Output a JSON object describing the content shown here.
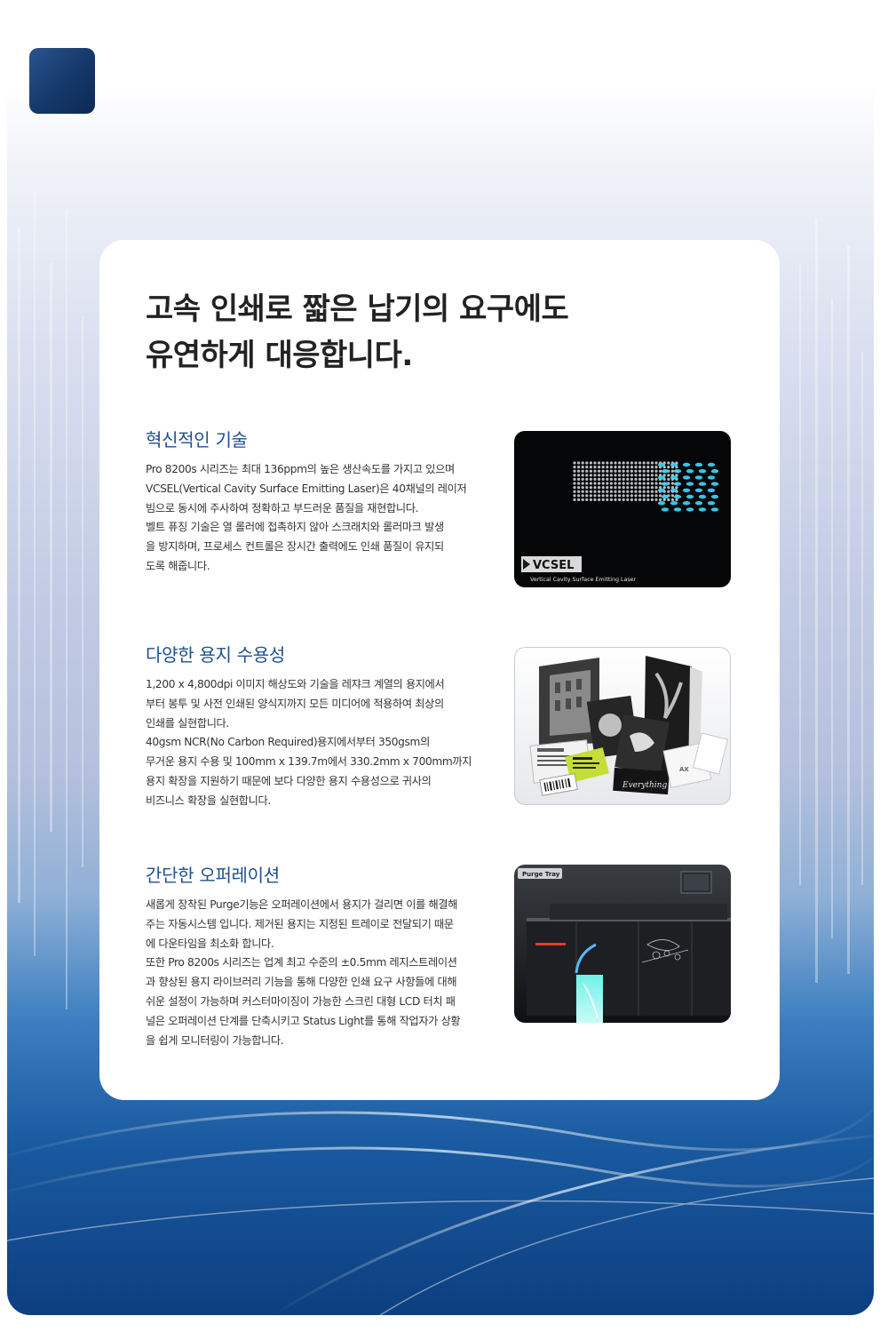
{
  "headline": {
    "line1": "고속 인쇄로 짧은 납기의 요구에도",
    "line2": "유연하게 대응합니다."
  },
  "sections": [
    {
      "title": "혁신적인 기술",
      "lines": [
        "Pro 8200s 시리즈는 최대 136ppm의 높은 생산속도를 가지고 있으며",
        "VCSEL(Vertical Cavity Surface Emitting Laser)은 40채널의 레이저",
        "빔으로 동시에 주사하여 정확하고 부드러운 품질을 재현합니다.",
        "벨트 퓨징 기술은 열 롤러에 접촉하지 않아 스크래치와 롤러마크 발생",
        "을 방지하며, 프로세스 컨트롤은 장시간 출력에도 인쇄 품질이 유지되",
        "도록 해줍니다."
      ]
    },
    {
      "title": "다양한 용지 수용성",
      "lines": [
        "1,200 x 4,800dpi 이미지 해상도와 기술을 레쟈크 계열의 용지에서",
        "부터 봉투 및 사전 인쇄된 양식지까지 모든 미디어에 적용하여 최상의",
        "인쇄를 실현합니다.",
        "40gsm NCR(No Carbon Required)용지에서부터 350gsm의",
        "무거운 용지 수용 및 100mm x 139.7m에서 330.2mm x 700mm까지",
        "용지 확장을 지원하기 때문에 보다 다양한 용지 수용성으로 귀사의",
        "비즈니스 확장을 실현합니다."
      ]
    },
    {
      "title": "간단한 오퍼레이션",
      "lines": [
        "새롭게 장착된 Purge기능은 오퍼레이션에서 용지가 걸리면 이를 해결해",
        "주는 자동시스템 입니다. 제거된 용지는 지정된 트레이로 전달되기 때문",
        "에 다운타임을 최소화 합니다.",
        "또한 Pro 8200s 시리즈는 업계 최고 수준의 ±0.5mm 레지스트레이션",
        "과 향상된 용지 라이브러리 기능을 통해 다양한 인쇄 요구 사항들에 대해",
        "쉬운 설정이 가능하며 커스터마이징이 가능한 스크린 대형 LCD 터치 패",
        "널은 오퍼레이션 단계를 단축시키고 Status Light를 통해 작업자가 상황",
        "을 쉽게 모니터링이 가능합니다."
      ]
    }
  ],
  "images": {
    "vcsel": {
      "label": "VCSEL",
      "caption": "Vertical Cavity Surface Emitting Laser",
      "laser_color": "#3fd8ff"
    },
    "media": {
      "tag_ax": "AX",
      "script_word": "Everything"
    },
    "purge": {
      "label": "Purge Tray"
    }
  },
  "colors": {
    "brand_dark": "#143769",
    "section_title": "#1f4f8e",
    "body_text": "#333333"
  }
}
